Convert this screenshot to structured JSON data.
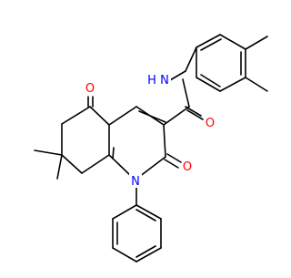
{
  "colors": {
    "background": "#ffffff",
    "bond": "#000000",
    "oxygen": "#ff0000",
    "nitrogen": "#0000ff"
  },
  "atoms": {
    "oxygen_ketone": "O",
    "oxygen_amide": "O",
    "oxygen_lactam": "O",
    "nitrogen_amide": "N",
    "hydrogen_amide": "H",
    "nitrogen_ring": "N"
  }
}
